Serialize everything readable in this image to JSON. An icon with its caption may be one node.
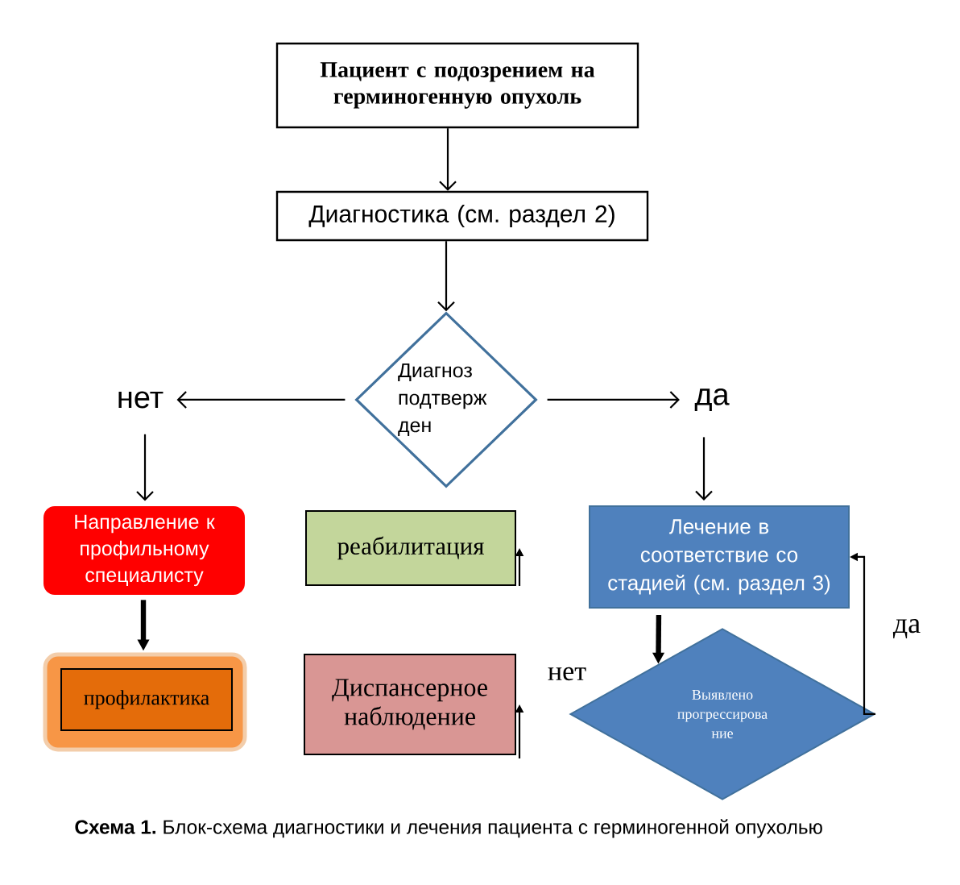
{
  "diagram": {
    "caption": "**Схема 1.** Блок-схема диагностики и лечения пациента с герминогенной опухолью",
    "nodes": [
      {
        "text": [
          "Пациент с подозрением на герминогенную опухоль"
        ]
      },
      {
        "text": [
          "Диагностика (см. раздел 2)"
        ]
      },
      {
        "text": [
          "Диагноз подтверж ден"
        ]
      },
      {
        "text": [
          "нет"
        ]
      },
      {
        "text": [
          "да"
        ]
      },
      {
        "text": [
          "Направление к профильному специалисту"
        ]
      },
      {
        "text": [
          "реабилитация"
        ]
      },
      {
        "text": [
          "Лечение в соответствие со стадией (см. раздел 3)"
        ]
      },
      {
        "text": [],
        "shape": "box"
      },
      {
        "text": [
          "профилактика"
        ],
        "in": 8
      },
      {
        "text": [
          "Диспансерное наблюдение"
        ]
      },
      {
        "text": [
          "Выявлено прогрессирова ние"
        ]
      }
    ],
    "edges": [
      {
        "from": 0,
        "to": 1,
        "arrow": "to"
      },
      {
        "from": 1,
        "to": 2,
        "arrow": "to"
      },
      {
        "from": 2,
        "to": 3,
        "arrow": "to"
      },
      {
        "from": 2,
        "to": 4,
        "arrow": "to"
      },
      {
        "from": 3,
        "to": 5,
        "arrow": "to"
      },
      {
        "from": 4,
        "to": 7,
        "arrow": "to"
      },
      {
        "from": 5,
        "to": 8,
        "arrow": "to",
        "style": "thick"
      },
      {
        "from": 7,
        "to": 11,
        "arrow": "to",
        "style": "thick"
      },
      {
        "from": 11,
        "to": 7,
        "arrow": "to",
        "label": "да"
      },
      {
        "from": null,
        "to": 6,
        "arrow": "to"
      },
      {
        "from": null,
        "to": 10,
        "arrow": "to"
      }
    ],
    "labels": [
      "нет"
    ]
  }
}
